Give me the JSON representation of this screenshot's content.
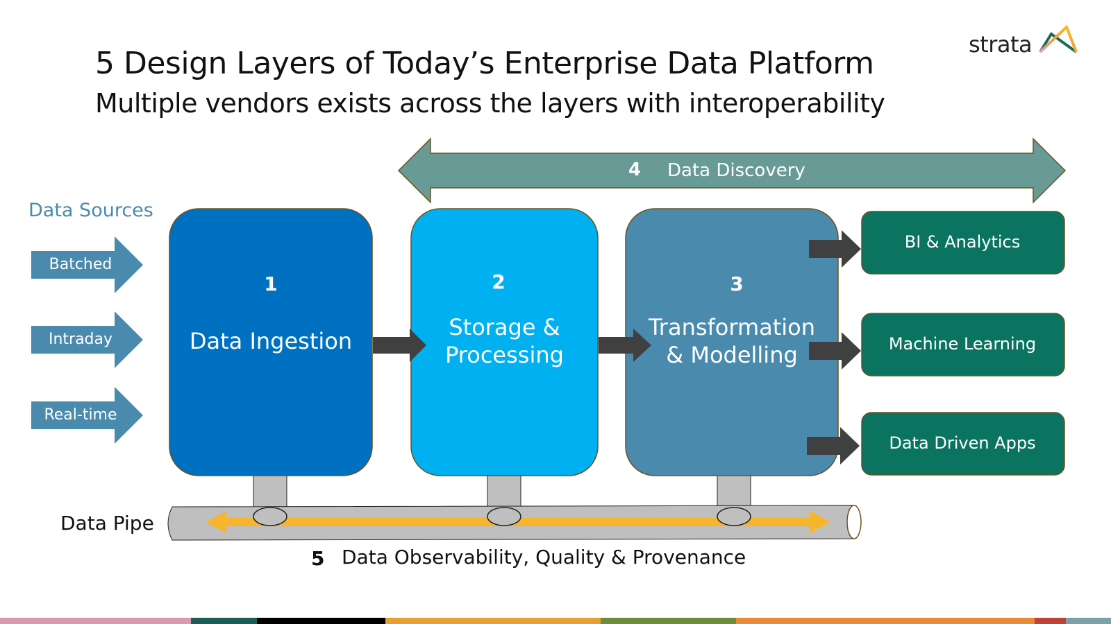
{
  "header": {
    "title": "5 Design Layers of Today’s Enterprise Data Platform",
    "subtitle": "Multiple vendors exists across the layers with interoperability",
    "logo_text": "strata"
  },
  "data_sources": {
    "title": "Data Sources",
    "items": [
      {
        "label": "Batched"
      },
      {
        "label": "Intraday"
      },
      {
        "label": "Real-time"
      }
    ],
    "color": "#4a8aad"
  },
  "layers": [
    {
      "number": "1",
      "name_line1": "Data Ingestion",
      "name_line2": "",
      "color": "#0070c0"
    },
    {
      "number": "2",
      "name_line1": "Storage &",
      "name_line2": "Processing",
      "color": "#00b0f0"
    },
    {
      "number": "3",
      "name_line1": "Transformation",
      "name_line2": "& Modelling",
      "color": "#4a8aad"
    }
  ],
  "discovery": {
    "number": "4",
    "label": "Data Discovery",
    "color": "#689a96"
  },
  "outputs": [
    {
      "label": "BI & Analytics"
    },
    {
      "label": "Machine Learning"
    },
    {
      "label": "Data Driven Apps"
    }
  ],
  "output_color": "#0b7461",
  "pipe": {
    "label": "Data Pipe",
    "number": "5",
    "caption": "Data Observability, Quality & Provenance",
    "pipe_color": "#bfbfbf",
    "flow_color": "#f7b52b"
  },
  "connector_color": "#404040",
  "border_color": "#6b5320",
  "bottom_strip_colors": [
    "#d89ab0",
    "#1a5e55",
    "#000000",
    "#e8a030",
    "#6b8c3a",
    "#e88a38",
    "#c0403a",
    "#7ba0a8"
  ]
}
